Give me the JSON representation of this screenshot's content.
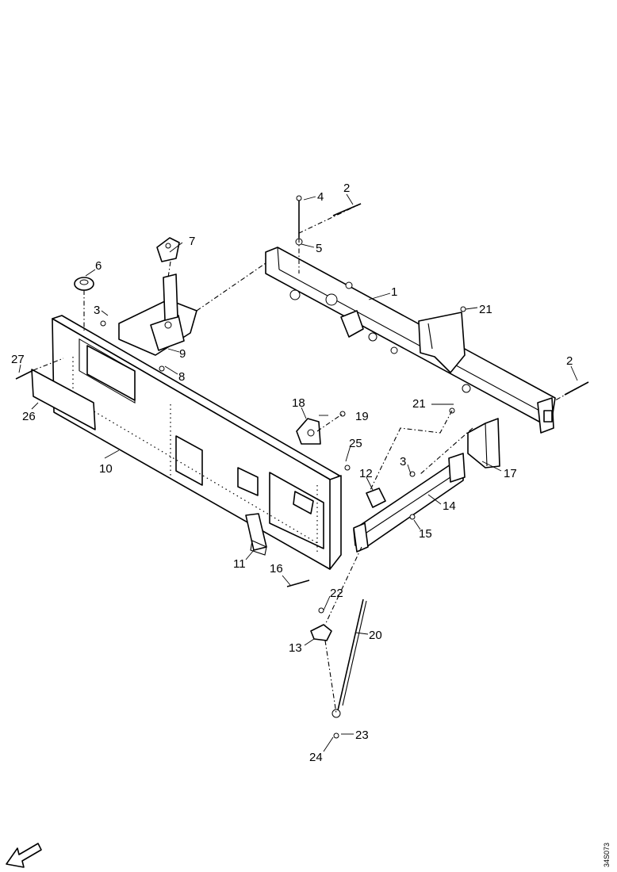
{
  "diagram": {
    "part_callouts": [
      "1",
      "2",
      "2",
      "3",
      "3",
      "4",
      "5",
      "6",
      "7",
      "8",
      "9",
      "10",
      "11",
      "12",
      "13",
      "14",
      "15",
      "16",
      "17",
      "18",
      "19",
      "20",
      "21",
      "21",
      "22",
      "23",
      "24",
      "25",
      "26",
      "27"
    ],
    "drawing_code": "34S073",
    "orientation_indicator": "front-direction-arrow-icon",
    "colors": {
      "line": "#000000",
      "background": "#ffffff"
    }
  }
}
